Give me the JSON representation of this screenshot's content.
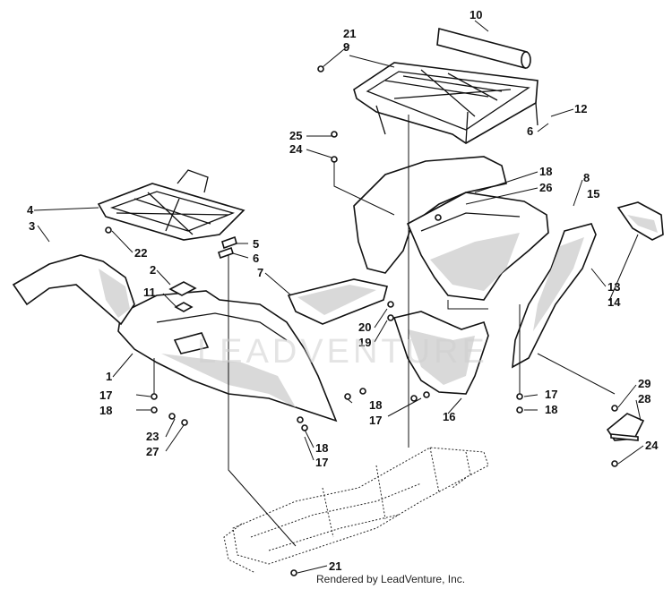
{
  "diagram": {
    "callouts": [
      {
        "id": "c10",
        "text": "10"
      },
      {
        "id": "c21a",
        "text": "21"
      },
      {
        "id": "c9",
        "text": "9"
      },
      {
        "id": "c12",
        "text": "12"
      },
      {
        "id": "c6a",
        "text": "6"
      },
      {
        "id": "c25",
        "text": "25"
      },
      {
        "id": "c24a",
        "text": "24"
      },
      {
        "id": "c18a",
        "text": "18"
      },
      {
        "id": "c8",
        "text": "8"
      },
      {
        "id": "c26",
        "text": "26"
      },
      {
        "id": "c15",
        "text": "15"
      },
      {
        "id": "c4",
        "text": "4"
      },
      {
        "id": "c3",
        "text": "3"
      },
      {
        "id": "c22",
        "text": "22"
      },
      {
        "id": "c5",
        "text": "5"
      },
      {
        "id": "c6b",
        "text": "6"
      },
      {
        "id": "c2",
        "text": "2"
      },
      {
        "id": "c7",
        "text": "7"
      },
      {
        "id": "c11",
        "text": "11"
      },
      {
        "id": "c13",
        "text": "13"
      },
      {
        "id": "c14",
        "text": "14"
      },
      {
        "id": "c20",
        "text": "20"
      },
      {
        "id": "c19",
        "text": "19"
      },
      {
        "id": "c1",
        "text": "1"
      },
      {
        "id": "c17a",
        "text": "17"
      },
      {
        "id": "c18b",
        "text": "18"
      },
      {
        "id": "c18c",
        "text": "18"
      },
      {
        "id": "c17b",
        "text": "17"
      },
      {
        "id": "c16",
        "text": "16"
      },
      {
        "id": "c17c",
        "text": "17"
      },
      {
        "id": "c18d",
        "text": "18"
      },
      {
        "id": "c29",
        "text": "29"
      },
      {
        "id": "c28",
        "text": "28"
      },
      {
        "id": "c23",
        "text": "23"
      },
      {
        "id": "c27",
        "text": "27"
      },
      {
        "id": "c18e",
        "text": "18"
      },
      {
        "id": "c17d",
        "text": "17"
      },
      {
        "id": "c24b",
        "text": "24"
      },
      {
        "id": "c21b",
        "text": "21"
      }
    ],
    "watermark": "LEADVENTURE",
    "credit": "Rendered by LeadVenture, Inc."
  }
}
